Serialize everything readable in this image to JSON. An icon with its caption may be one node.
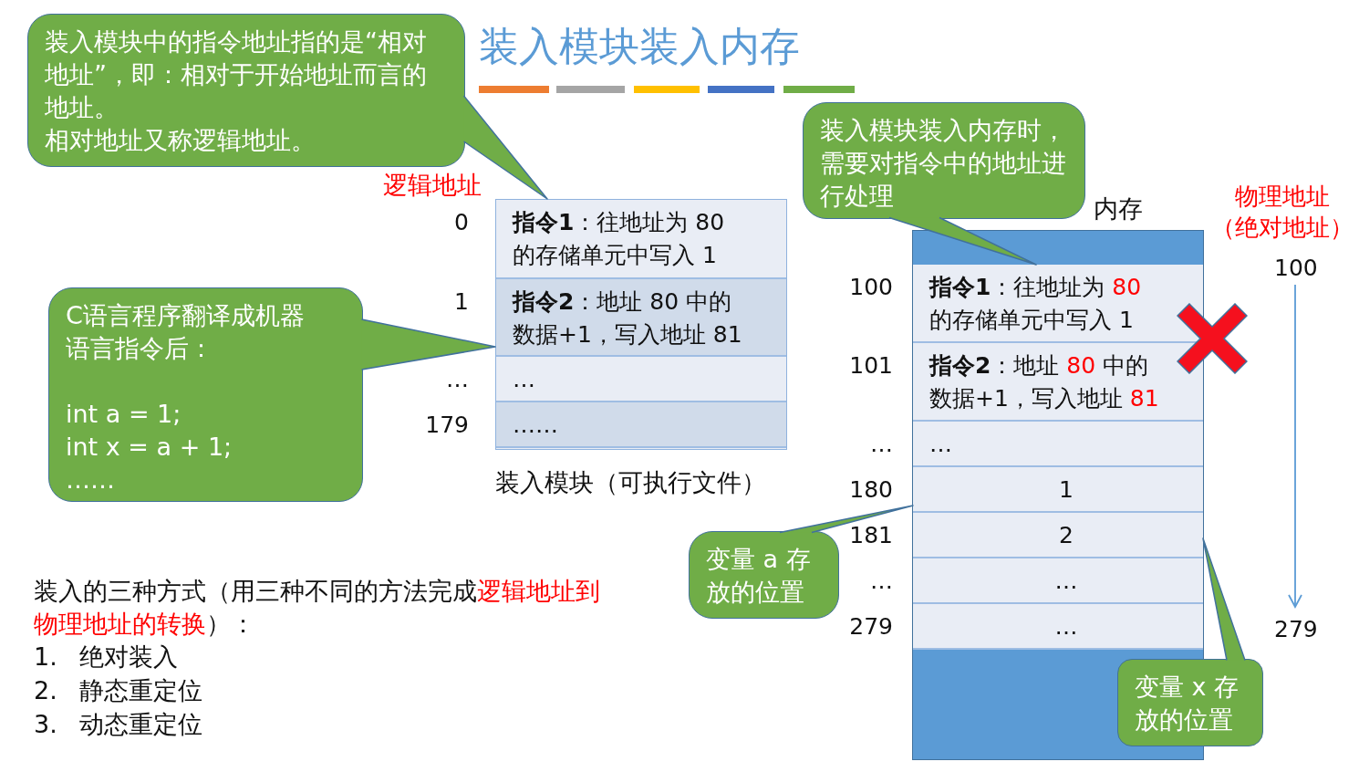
{
  "diagram": {
    "title": "装入模块装入内存",
    "nodes": [
      {
        "text": [
          "装入模块中的指令地址指的是“相对地址”，即：相对于开始地址而言的地址。",
          "相对地址又称逻辑地址。"
        ]
      },
      {
        "text": [],
        "shape": "box",
        "beside": [
          "装入模块（可执行文件）"
        ]
      },
      {
        "text": [
          "**指令1**：往地址为 80 的存储单元中写入 1"
        ],
        "in": 1,
        "beside": [
          "0"
        ]
      },
      {
        "text": [
          "**指令2**：地址 80 中的数据+1，写入地址 81"
        ],
        "in": 1,
        "beside": [
          "1"
        ]
      },
      {
        "text": [
          "…"
        ],
        "in": 1,
        "beside": [
          "…"
        ]
      },
      {
        "text": [
          "……"
        ],
        "in": 1,
        "beside": [
          "179"
        ]
      },
      {
        "text": [],
        "shape": "box",
        "beside": [
          "内存"
        ]
      },
      {
        "text": [
          "**指令1**：往地址为 80 的存储单元中写入 1"
        ],
        "in": 6,
        "beside": [
          "100"
        ]
      },
      {
        "text": [
          "**指令2**：地址 80 中的数据+1，写入地址 81"
        ],
        "in": 6,
        "beside": [
          "101"
        ]
      },
      {
        "text": [
          "…"
        ],
        "in": 6,
        "beside": [
          "…"
        ]
      },
      {
        "text": [
          "1"
        ],
        "in": 6,
        "beside": [
          "180"
        ]
      },
      {
        "text": [
          "2"
        ],
        "in": 6,
        "beside": [
          "181"
        ]
      },
      {
        "text": [
          "…"
        ],
        "in": 6,
        "beside": [
          "…"
        ]
      },
      {
        "text": [
          "…"
        ],
        "in": 6,
        "beside": [
          "279"
        ]
      },
      {
        "text": [
          "装入模块装入内存时，需要对指令中的地址进行处理"
        ]
      },
      {
        "text": [
          "C语言程序翻译成机器语言指令后：",
          "int a = 1;",
          "int x = a + 1;",
          "……"
        ]
      },
      {
        "text": [
          "变量 a 存放的位置"
        ]
      },
      {
        "text": [
          "变量 x 存放的位置"
        ]
      }
    ],
    "edges": [
      {
        "from": 0,
        "to": 1,
        "arrow": "none"
      },
      {
        "from": 14,
        "to": 7,
        "arrow": "none"
      },
      {
        "from": 15,
        "to": 1,
        "arrow": "none"
      },
      {
        "from": 16,
        "to": 10,
        "arrow": "none"
      },
      {
        "from": 17,
        "to": 11,
        "arrow": "none"
      }
    ],
    "labels": [
      "逻辑地址",
      "物理地址（绝对地址）",
      "100",
      "279",
      "装入的三种方式（用三种不同的方法完成逻辑地址到物理地址的转换）：",
      "1. 绝对装入",
      "2. 静态重定位",
      "3. 动态重定位"
    ]
  }
}
